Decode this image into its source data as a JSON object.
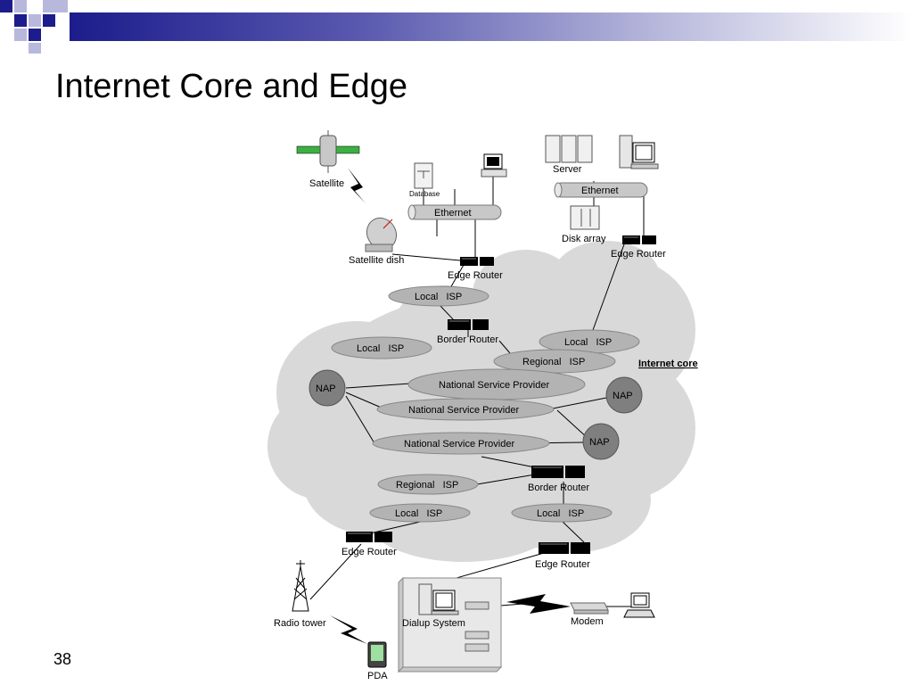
{
  "slide": {
    "title": "Internet Core and Edge",
    "page_number": "38"
  },
  "colors": {
    "header_bar": "#1c1c8c",
    "cloud": "#d9d9d9",
    "isp_oval": "#b3b3b3",
    "nap_circle": "#7f7f7f",
    "router": "#000000"
  },
  "diagram": {
    "satellite": "Satellite",
    "satellite_dish": "Satellite dish",
    "database": "Database",
    "ethernet_left": "Ethernet",
    "ethernet_right": "Ethernet",
    "server": "Server",
    "disk_array": "Disk array",
    "edge_router_top_left": "Edge Router",
    "edge_router_top_right": "Edge Router",
    "local_isp_top": "Local   ISP",
    "border_router_top": "Border Router",
    "local_isp_left": "Local   ISP",
    "local_isp_right": "Local   ISP",
    "regional_isp_top": "Regional   ISP",
    "internet_core": "Internet core",
    "nap_left": "NAP",
    "nap_right_top": "NAP",
    "nap_right_bottom": "NAP",
    "nsp_1": "National Service Provider",
    "nsp_2": "National Service Provider",
    "nsp_3": "National Service Provider",
    "border_router_bottom": "Border Router",
    "regional_isp_bottom": "Regional   ISP",
    "local_isp_bottom_left": "Local   ISP",
    "local_isp_bottom_right": "Local   ISP",
    "edge_router_bottom_left": "Edge Router",
    "edge_router_bottom_right": "Edge Router",
    "radio_tower": "Radio tower",
    "pda": "PDA",
    "dialup_system": "Dialup System",
    "modem": "Modem"
  }
}
